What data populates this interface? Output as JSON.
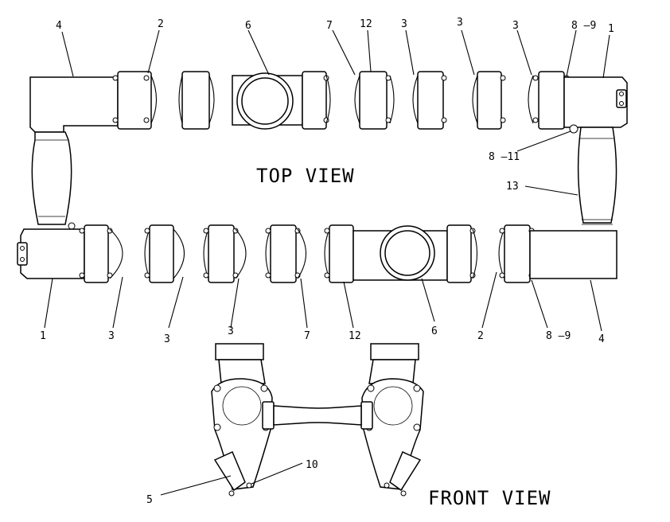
{
  "views": {
    "top_view_label": "TOP VIEW",
    "front_view_label": "FRONT VIEW"
  },
  "callouts": {
    "top_row": [
      "4",
      "2",
      "6",
      "7",
      "12",
      "3",
      "3",
      "3",
      "8 –9",
      "1"
    ],
    "right_side": [
      "8 –11",
      "13"
    ],
    "bottom_row": [
      "1",
      "3",
      "3",
      "3",
      "7",
      "12",
      "6",
      "2",
      "8 –9",
      "4"
    ],
    "front_view": [
      "5",
      "10"
    ]
  }
}
